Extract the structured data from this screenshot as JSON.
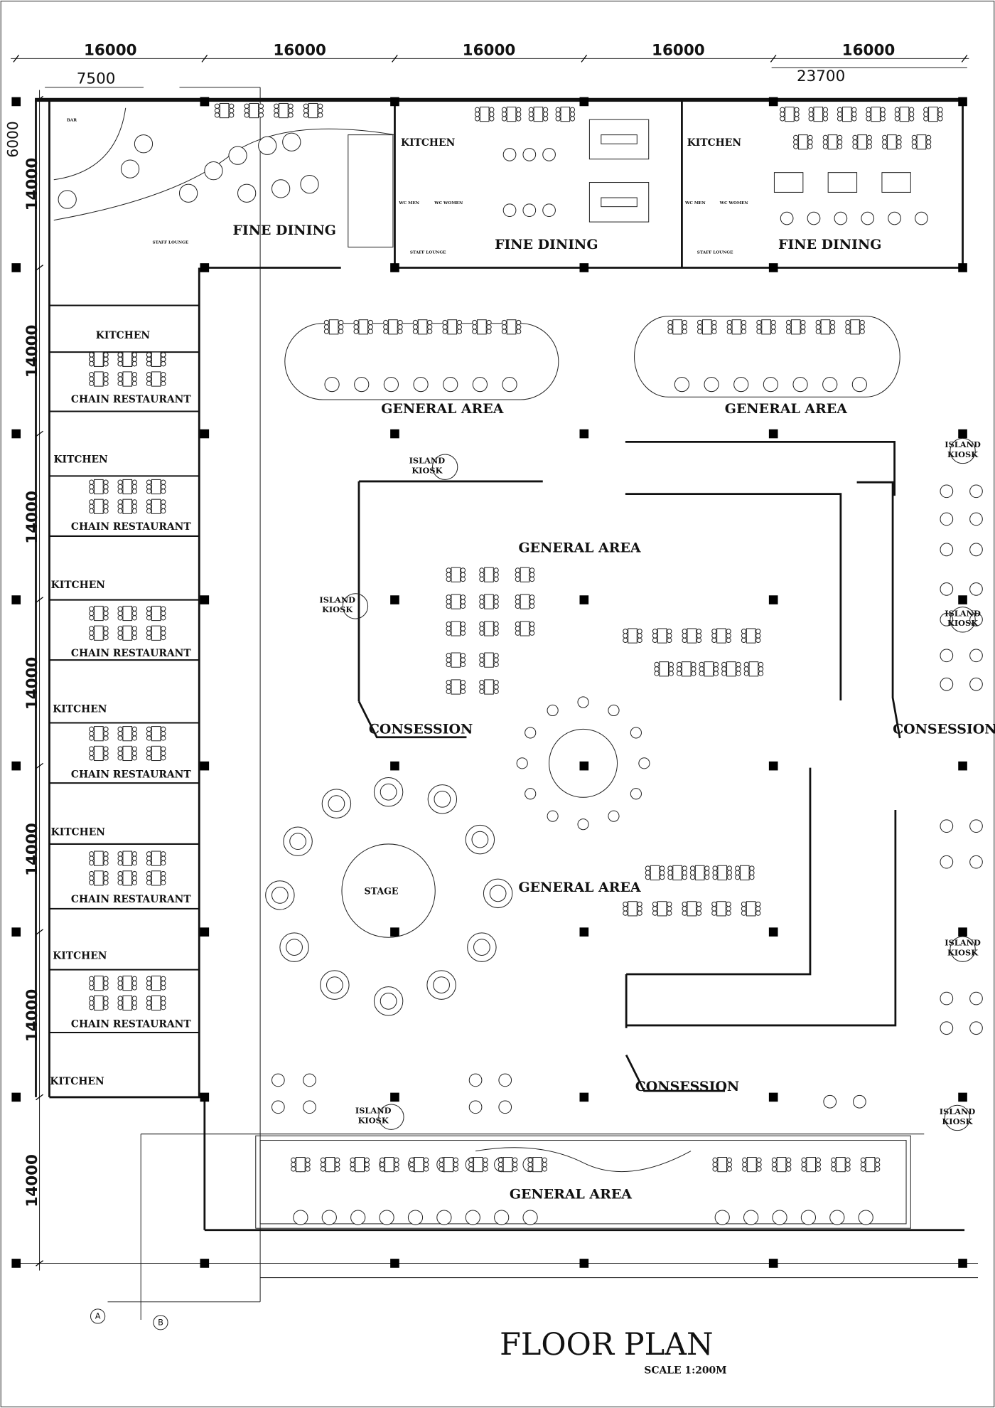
{
  "dimensions": {
    "top": [
      "16000",
      "16000",
      "16000",
      "16000",
      "16000"
    ],
    "sub_left": "7500",
    "sub_right": "23700",
    "left": [
      "14000",
      "14000",
      "14000",
      "14000",
      "14000",
      "14000",
      "14000"
    ],
    "left_top": "6000"
  },
  "rooms": {
    "fine_dining": [
      "FINE DINING",
      "FINE DINING",
      "FINE DINING"
    ],
    "kitchen_top": [
      "KITCHEN",
      "KITCHEN",
      "KITCHEN"
    ],
    "kitchen_left": [
      "KITCHEN",
      "KITCHEN",
      "KITCHEN",
      "KITCHEN",
      "KITCHEN",
      "KITCHEN"
    ],
    "chain_restaurant": [
      "CHAIN RESTAURANT",
      "CHAIN RESTAURANT",
      "CHAIN RESTAURANT",
      "CHAIN RESTAURANT",
      "CHAIN RESTAURANT",
      "CHAIN RESTAURANT"
    ],
    "general_area": [
      "GENERAL AREA",
      "GENERAL AREA",
      "GENERAL AREA",
      "GENERAL AREA",
      "GENERAL AREA"
    ],
    "island_kiosk": {
      "line1": "ISLAND",
      "line2": "KIOSK",
      "count": 7
    },
    "consession": [
      "CONSESSION",
      "CONSESSION",
      "CONSESSION"
    ],
    "stage": "STAGE",
    "bar": "BAR",
    "staff_lounge": [
      "STAFF LOUNGE",
      "STAFF LOUNGE",
      "STAFF LOUNGE"
    ],
    "wc_men": [
      "WC MEN",
      "WC MEN"
    ],
    "wc_women": [
      "WC WOMEN",
      "WC WOMEN"
    ]
  },
  "title": "FLOOR PLAN",
  "scale": "SCALE 1:200M",
  "grid_markers": [
    "A",
    "B"
  ]
}
